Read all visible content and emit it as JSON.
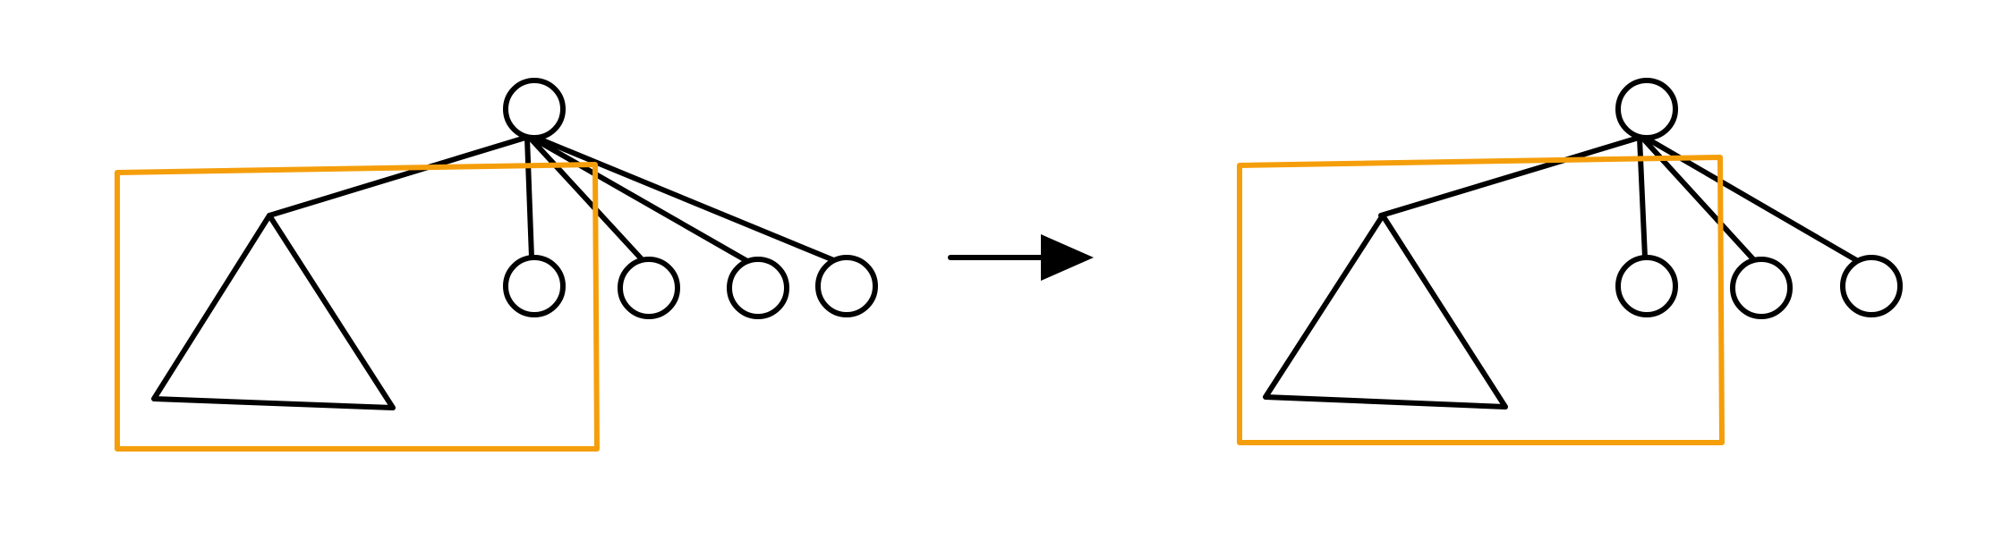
{
  "colors": {
    "background": "#ffffff",
    "stroke": "#000000",
    "highlight": "#f59e0b"
  },
  "diagram": {
    "before": {
      "root": "circle",
      "subtree": "triangle",
      "leaf_count": 4,
      "highlight_box": "orange-rectangle"
    },
    "transition": "right-arrow",
    "after": {
      "root": "circle",
      "subtree": "triangle",
      "leaf_count": 3,
      "highlight_box": "orange-rectangle"
    }
  }
}
